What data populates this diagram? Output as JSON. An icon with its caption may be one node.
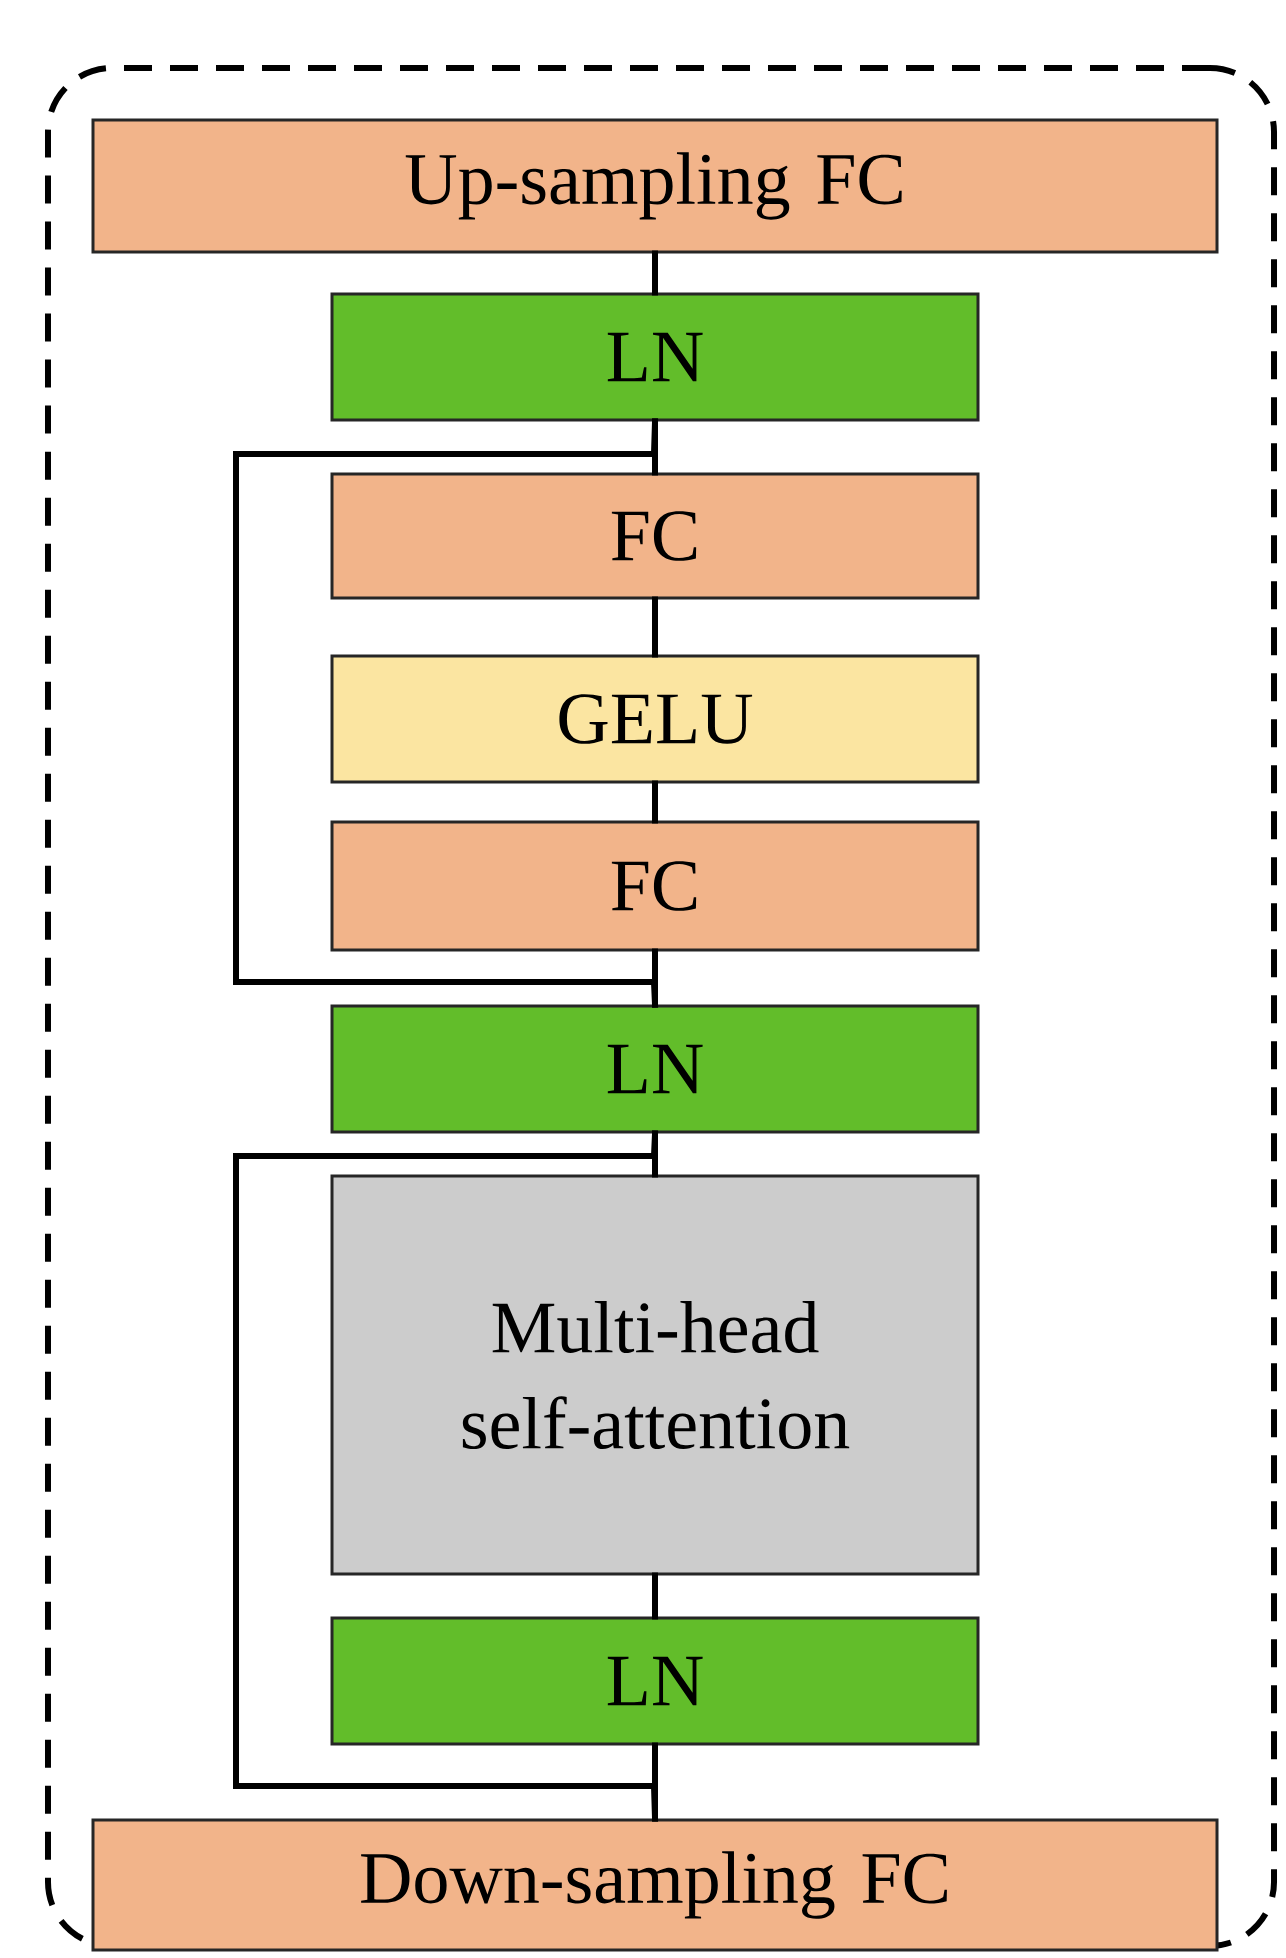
{
  "diagram": {
    "nodes": [
      {
        "text": [],
        "shape": "box"
      },
      {
        "text": [
          "Up-sampling FC"
        ],
        "in": 0
      },
      {
        "text": [
          "LN"
        ],
        "in": 0
      },
      {
        "text": [
          "FC"
        ],
        "in": 0
      },
      {
        "text": [
          "GELU"
        ],
        "in": 0
      },
      {
        "text": [
          "FC"
        ],
        "in": 0
      },
      {
        "text": [
          "LN"
        ],
        "in": 0
      },
      {
        "text": [
          "Multi-head self-attention"
        ],
        "in": 0
      },
      {
        "text": [
          "LN"
        ],
        "in": 0
      },
      {
        "text": [
          "Down-sampling FC"
        ],
        "in": 0
      }
    ],
    "edges": [
      {
        "from": 1,
        "to": 2,
        "arrow": "none"
      },
      {
        "from": 2,
        "to": 3,
        "arrow": "none"
      },
      {
        "from": 3,
        "to": 4,
        "arrow": "none"
      },
      {
        "from": 4,
        "to": 5,
        "arrow": "none"
      },
      {
        "from": 5,
        "to": 6,
        "arrow": "none"
      },
      {
        "from": 6,
        "to": 7,
        "arrow": "none"
      },
      {
        "from": 7,
        "to": 8,
        "arrow": "none"
      },
      {
        "from": 8,
        "to": 9,
        "arrow": "none"
      },
      {
        "from": 2,
        "to": 6,
        "arrow": "none"
      },
      {
        "from": 6,
        "to": 9,
        "arrow": "none"
      }
    ]
  }
}
